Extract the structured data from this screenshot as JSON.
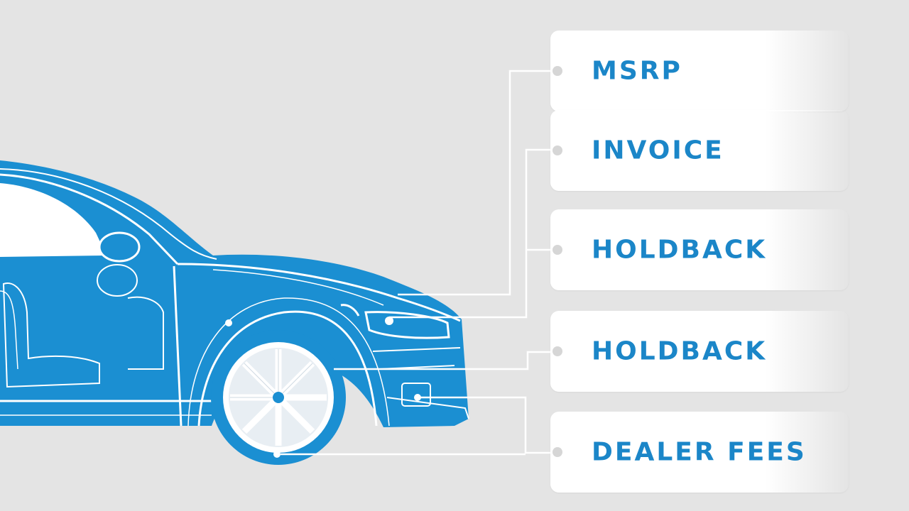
{
  "labels": {
    "msrp": "MSRP",
    "invoice": "INVOICE",
    "holdback_1": "HOLDBACK",
    "holdback_2": "HOLDBACK",
    "dealer_fees": "DEALER FEES"
  },
  "colors": {
    "background": "#e4e4e4",
    "car_blue": "#1b8fd2",
    "label_blue": "#1b86c8",
    "line_white": "#ffffff",
    "card": "#ffffff"
  }
}
